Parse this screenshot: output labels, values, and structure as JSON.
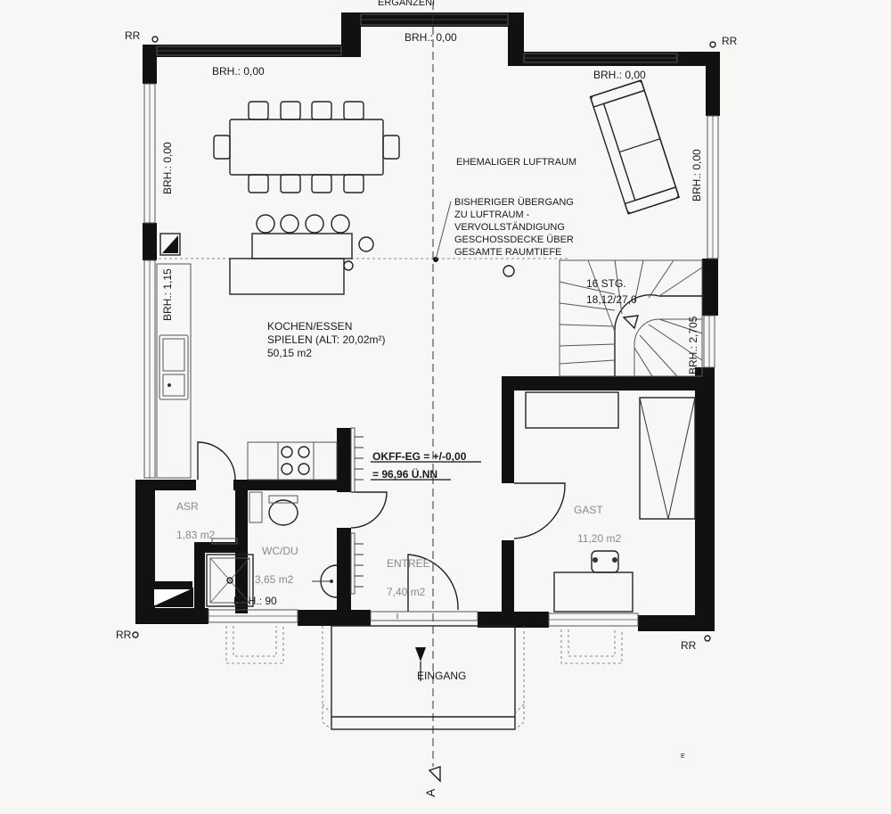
{
  "labels": {
    "top_note": "ERGÄNZEN!",
    "rr_top_left": "RR",
    "rr_top_right": "RR",
    "rr_bottom_left": "RR",
    "rr_bottom_right": "RR",
    "brh_top_center": "BRH.: 0,00",
    "brh_top_left": "BRH.: 0,00",
    "brh_top_right": "BRH.: 0,00",
    "brh_left_upper": "BRH.: 0,00",
    "brh_left_lower": "BRH.: 1,15",
    "brh_right_upper": "BRH.: 0,00",
    "brh_right_lower": "BRH.: 2,705",
    "brh_bottom": "BRH.: 90",
    "luftraum": "EHEMALIGER LUFTRAUM",
    "note_line1": "BISHERIGER ÜBERGANG",
    "note_line2": "ZU LUFTRAUM -",
    "note_line3": "VERVOLLSTÄNDIGUNG",
    "note_line4": "GESCHOSSDECKE ÜBER",
    "note_line5": "GESAMTE RAUMTIEFE",
    "kitchen_name1": "KOCHEN/ESSEN",
    "kitchen_name2": "SPIELEN (ALT: 20,02m²)",
    "kitchen_area": "50,15 m2",
    "stairs_1": "16 STG.",
    "stairs_2": "18,12/27,0",
    "okff_1": "OKFF-EG = +/-0,00",
    "okff_2": "= 96,96 Ü.NN",
    "asr_name": "ASR",
    "asr_area": "1,83 m2",
    "wc_name": "WC/DU",
    "wc_area": "3,65 m2",
    "entree_name": "ENTREE",
    "entree_area": "7,40 m2",
    "gast_name": "GAST",
    "gast_area": "11,20 m2",
    "eingang": "EINGANG",
    "section_mark": "A",
    "corner_mark": "E"
  }
}
